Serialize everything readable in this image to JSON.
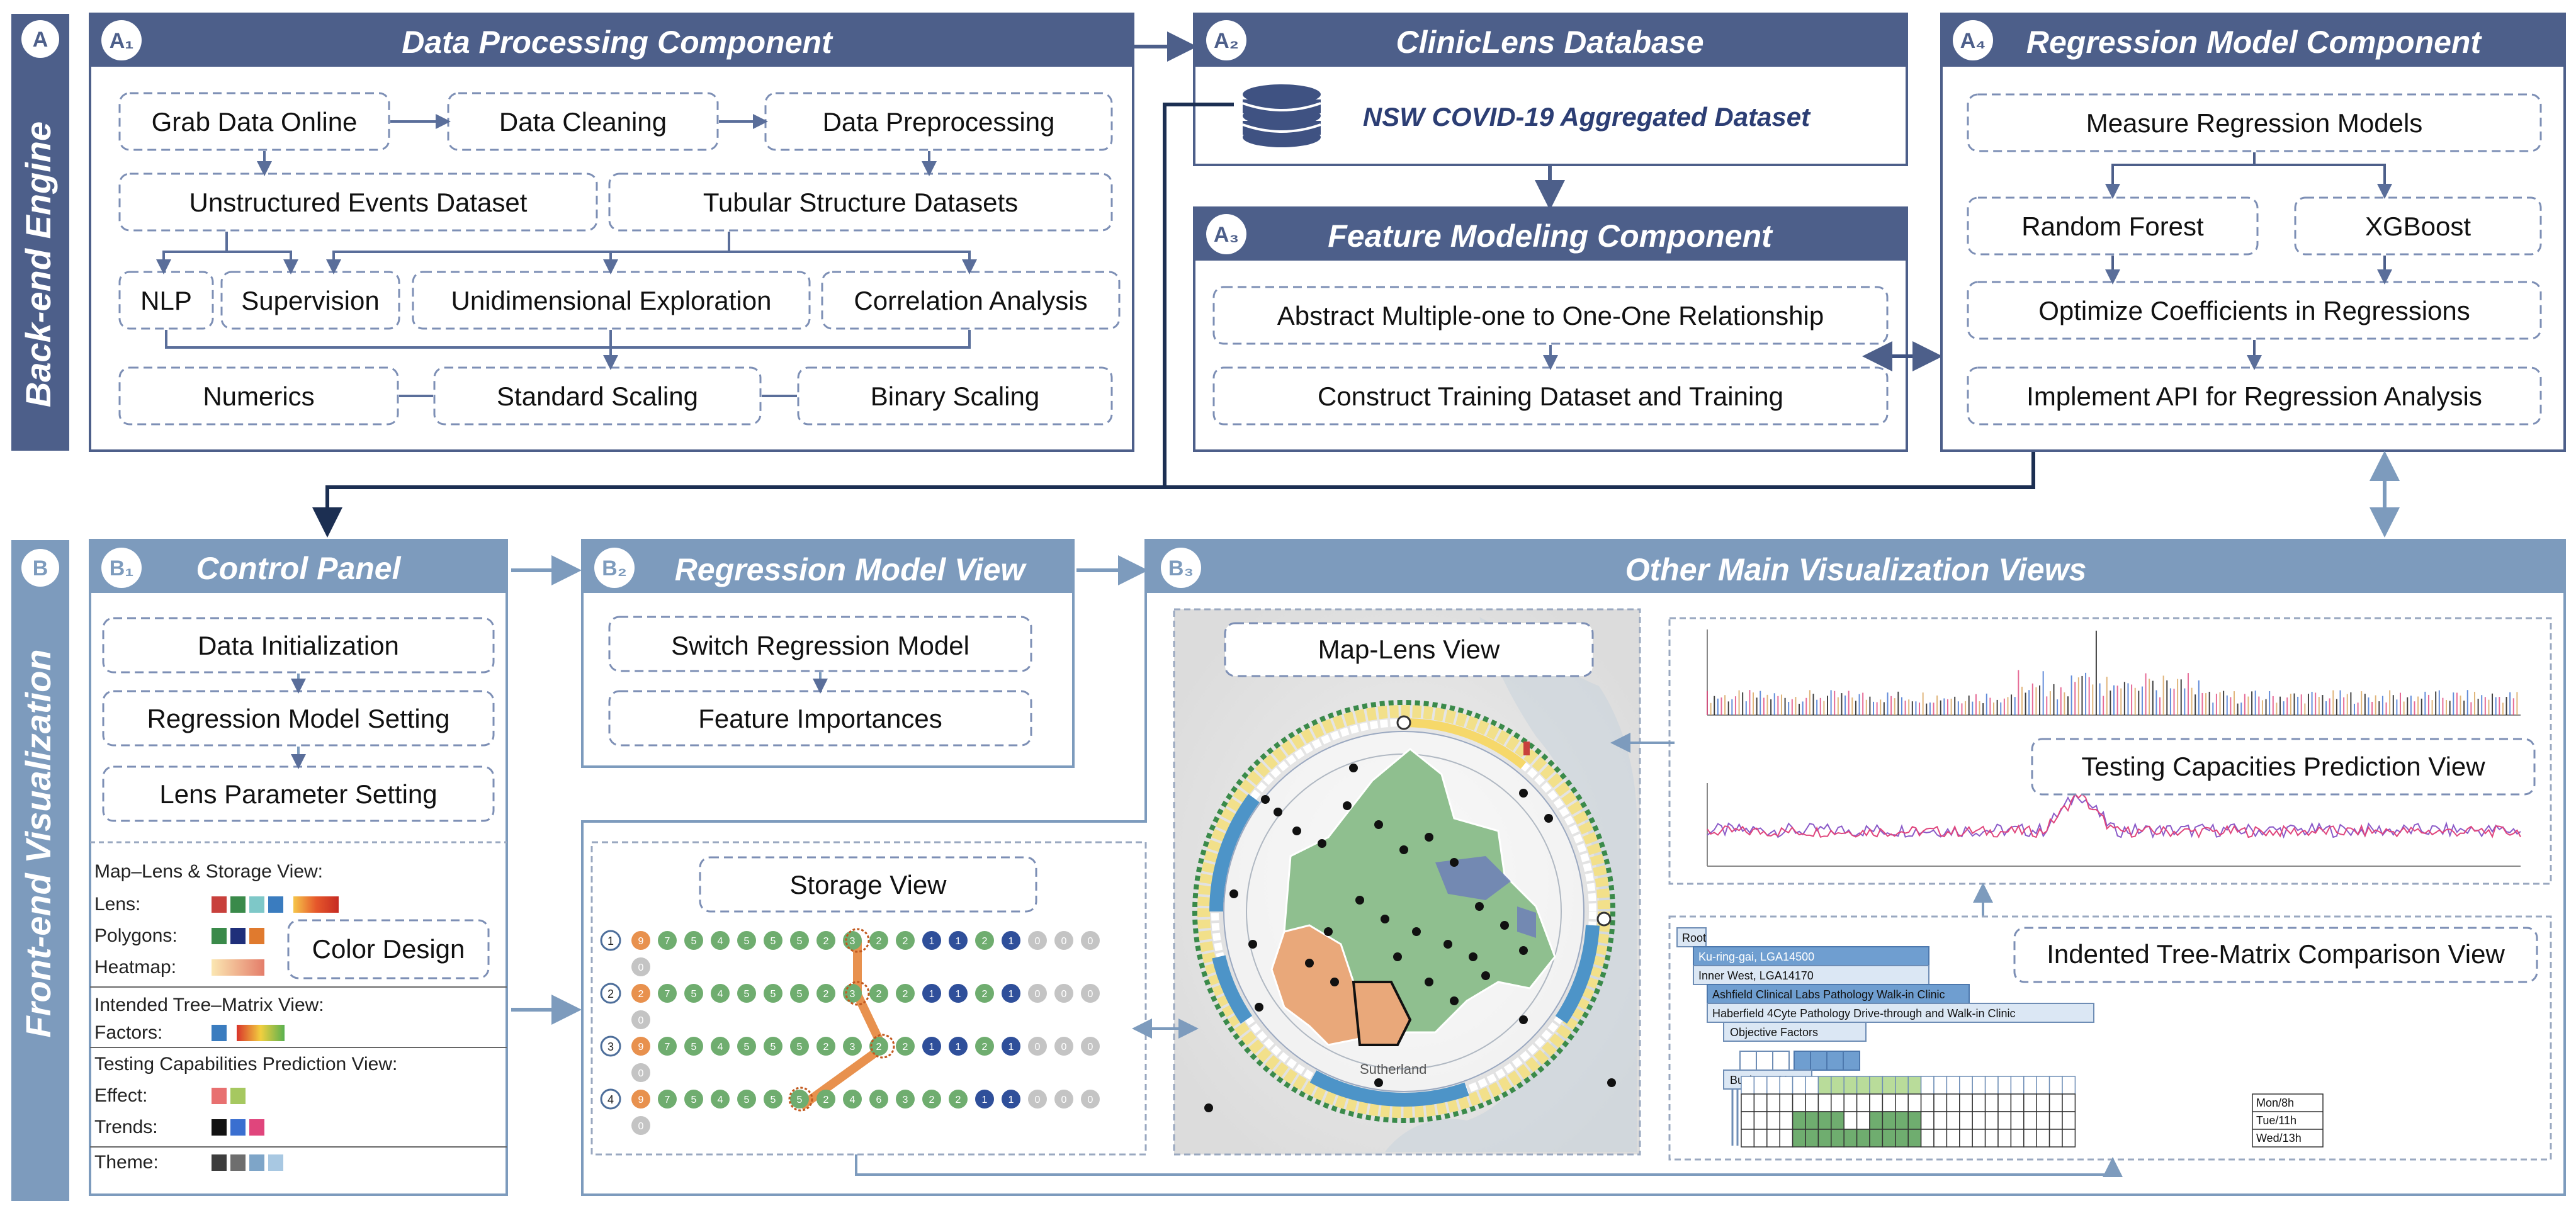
{
  "section_a": {
    "badge": "A",
    "title": "Back-end Engine",
    "a1": {
      "badge": "A₁",
      "title": "Data Processing Component",
      "items": [
        "Grab Data Online",
        "Data Cleaning",
        "Data Preprocessing",
        "Unstructured Events Dataset",
        "Tubular Structure Datasets",
        "NLP",
        "Supervision",
        "Unidimensional Exploration",
        "Correlation Analysis",
        "Numerics",
        "Standard Scaling",
        "Binary Scaling"
      ]
    },
    "a2": {
      "badge": "A₂",
      "title": "ClinicLens Database",
      "dataset": "NSW COVID-19 Aggregated Dataset"
    },
    "a3": {
      "badge": "A₃",
      "title": "Feature Modeling Component",
      "items": [
        "Abstract Multiple-one to One-One Relationship",
        "Construct Training Dataset and Training"
      ]
    },
    "a4": {
      "badge": "A₄",
      "title": "Regression Model Component",
      "items": [
        "Measure Regression Models",
        "Random Forest",
        "XGBoost",
        "Optimize Coefficients in Regressions",
        "Implement API for Regression Analysis"
      ]
    }
  },
  "section_b": {
    "badge": "B",
    "title": "Front-end Visualization",
    "b1": {
      "badge": "B₁",
      "title": "Control Panel",
      "items": [
        "Data Initialization",
        "Regression Model Setting",
        "Lens Parameter Setting"
      ],
      "legend": {
        "map_lens_header": "Map–Lens & Storage View:",
        "lens": "Lens:",
        "polygons": "Polygons:",
        "heatmap": "Heatmap:",
        "color_design": "Color Design",
        "tree_header": "Intended Tree–Matrix View:",
        "factors": "Factors:",
        "testing_header": "Testing Capabilities Prediction View:",
        "effect": "Effect:",
        "trends": "Trends:",
        "theme": "Theme:"
      }
    },
    "b2": {
      "badge": "B₂",
      "title": "Regression Model View",
      "items": [
        "Switch Regression Model",
        "Feature Importances"
      ]
    },
    "b3": {
      "badge": "B₃",
      "title": "Other Main Visualization Views",
      "map_lens": "Map-Lens View",
      "storage": "Storage View",
      "testing": "Testing Capacities Prediction View",
      "tree": "Indented Tree-Matrix Comparison View",
      "map_labels": {
        "sutherland": "Sutherland"
      },
      "storage_rows": [
        [
          "9",
          "7",
          "5",
          "4",
          "5",
          "5",
          "5",
          "2",
          "3",
          "2",
          "2",
          "1",
          "1",
          "2",
          "1",
          "0",
          "0",
          "0"
        ],
        [
          "0"
        ],
        [
          "2",
          "7",
          "5",
          "4",
          "5",
          "5",
          "5",
          "2",
          "3",
          "2",
          "2",
          "1",
          "1",
          "2",
          "1",
          "0",
          "0",
          "0"
        ],
        [
          "0"
        ],
        [
          "9",
          "7",
          "5",
          "4",
          "5",
          "5",
          "5",
          "2",
          "3",
          "2",
          "2",
          "1",
          "1",
          "2",
          "1",
          "0",
          "0",
          "0"
        ],
        [
          "0"
        ],
        [
          "9",
          "7",
          "5",
          "4",
          "5",
          "5",
          "5",
          "2",
          "4",
          "6",
          "3",
          "2",
          "2",
          "1",
          "1",
          "0",
          "0",
          "0"
        ],
        [
          "0"
        ]
      ],
      "storage_row_ids": [
        "1",
        "2",
        "3",
        "4"
      ],
      "tree_rows": [
        "Root",
        "Ku-ring-gai, LGA14500",
        "Inner West, LGA14170",
        "Ashfield Clinical Labs Pathology Walk-in Clinic",
        "Haberfield 4Cyte Pathology Drive-through and Walk-in Clinic",
        "Objective Factors",
        "Business Hours"
      ],
      "matrix_rows": [
        "Mon/8h",
        "Tue/11h",
        "Wed/13h"
      ]
    }
  },
  "colors": {
    "header": "#4d5f8a",
    "header_b": "#7d9bbd",
    "border_a": "#4d5f8a",
    "border_b": "#7d9bbd",
    "dash": "#7d8fb5",
    "lens": [
      "#c8403c",
      "#3a8a4a",
      "#7ec8c8",
      "#3a7cbf"
    ],
    "polygons": [
      "#3a8a4a",
      "#1f2f7a",
      "#e07a2e"
    ],
    "factors": [
      "#3a7cbf"
    ],
    "effect": [
      "#e87070",
      "#a6c860"
    ],
    "trends": [
      "#111111",
      "#3a6fd0",
      "#e0457c"
    ],
    "theme": [
      "#3d3d3d",
      "#6e6e6e",
      "#7ea5c8",
      "#a8c8e2"
    ]
  }
}
